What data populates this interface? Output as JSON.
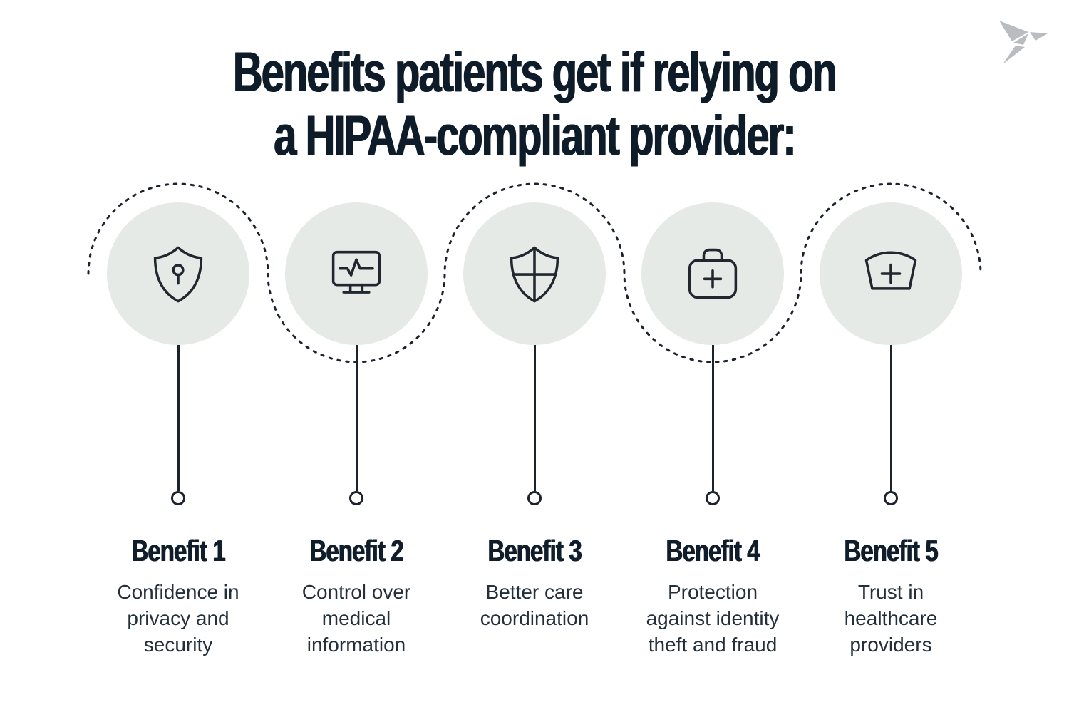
{
  "title": {
    "line1": "Benefits patients get if relying on",
    "line2": "a HIPAA-compliant provider:"
  },
  "brand": {
    "logo": "origami-bird"
  },
  "colors": {
    "background": "#ffffff",
    "heading_text": "#0e1b28",
    "circle_fill": "#e5eae7",
    "connector_line": "#1c232d",
    "icon_stroke": "#20272f",
    "description_text": "#23303c",
    "logo_gray": "#b9bdc0"
  },
  "benefits": [
    {
      "label": "Benefit 1",
      "icon": "shield-keyhole-icon",
      "description": "Confidence in privacy and security"
    },
    {
      "label": "Benefit 2",
      "icon": "monitor-heartbeat-icon",
      "description": "Control over medical information"
    },
    {
      "label": "Benefit 3",
      "icon": "shield-cross-icon",
      "description": "Better care coordination"
    },
    {
      "label": "Benefit 4",
      "icon": "medical-bag-icon",
      "description": "Protection against identity theft and fraud"
    },
    {
      "label": "Benefit 5",
      "icon": "nurse-cap-icon",
      "description": "Trust in healthcare providers"
    }
  ]
}
